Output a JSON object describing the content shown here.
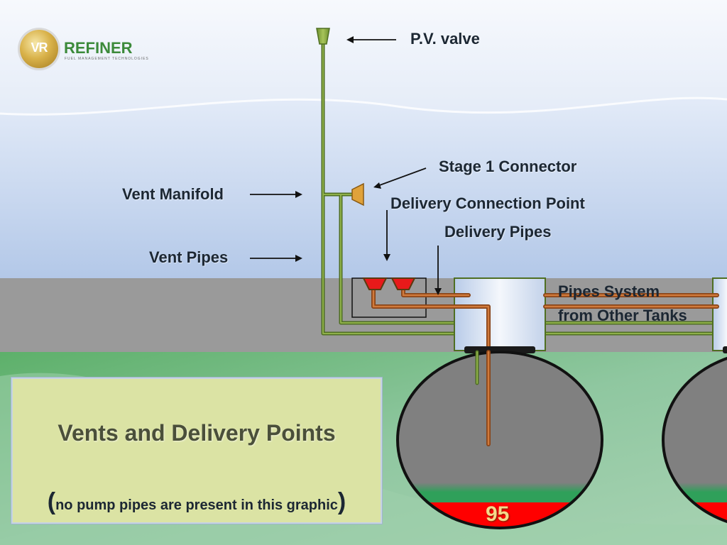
{
  "logo": {
    "badge_text": "VR",
    "name": "REFINER",
    "tagline": "FUEL MANAGEMENT TECHNOLOGIES"
  },
  "labels": {
    "pv_valve": "P.V. valve",
    "stage1_connector": "Stage 1 Connector",
    "vent_manifold": "Vent Manifold",
    "delivery_connection_point": "Delivery Connection Point",
    "delivery_pipes": "Delivery Pipes",
    "vent_pipes": "Vent Pipes",
    "pipes_system_line1": "Pipes System",
    "pipes_system_line2": "from Other Tanks"
  },
  "caption": {
    "title": "Vents and Delivery Points",
    "open_paren": "(",
    "note": "no pump pipes are present in this graphic",
    "close_paren": ")"
  },
  "tank": {
    "fuel_grade": "95"
  },
  "colors": {
    "vent_pipe": "#5a7a2a",
    "delivery_pipe": "#b05a24",
    "connector": "#e0a23a",
    "fuel": "#ff0000",
    "water_band": "#2fa05a",
    "tank_body": "#808080",
    "ground_gray": "#999999",
    "grass": "#8ec79e"
  }
}
